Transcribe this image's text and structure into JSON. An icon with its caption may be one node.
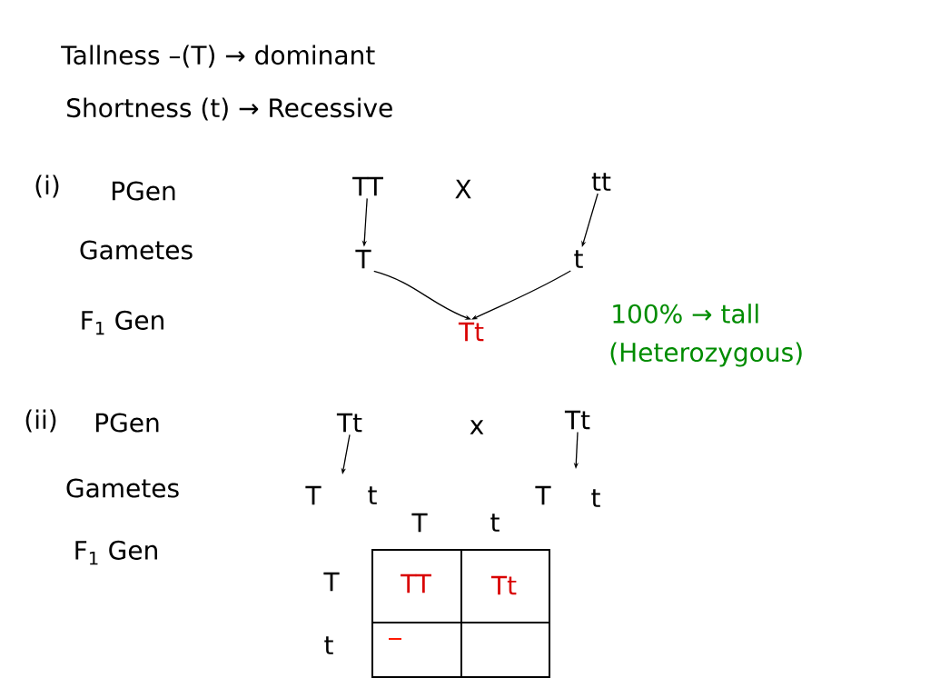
{
  "diagram": {
    "nodes": [
      {
        "text": [
          "TT"
        ]
      },
      {
        "text": [
          "tt"
        ]
      },
      {
        "text": [
          "T"
        ]
      },
      {
        "text": [
          "t"
        ]
      },
      {
        "text": [
          "Tt"
        ]
      },
      {
        "text": [
          "Tt"
        ]
      },
      {
        "text": [
          "Tt"
        ]
      }
    ],
    "edges": [
      {
        "from": 0,
        "to": 2,
        "arrow": "to"
      },
      {
        "from": 1,
        "to": 3,
        "arrow": "to"
      },
      {
        "from": 2,
        "to": 4,
        "arrow": "to"
      },
      {
        "from": 3,
        "to": 4,
        "arrow": "to"
      },
      {
        "from": 5,
        "to": null,
        "arrow": "to"
      },
      {
        "from": 6,
        "to": null,
        "arrow": "to"
      }
    ],
    "labels": [
      "Tallness –(T) → dominant",
      "Shortness (t) → Recessive",
      "(i)",
      "PGen",
      "X",
      "Gametes",
      "F$_{1}$ Gen",
      "100% → tall",
      "(Heterozygous)",
      "(ii)",
      "PGen",
      "x",
      "Gametes",
      "T",
      "t",
      "T",
      "t",
      "F$_{1}$ Gen",
      "T",
      "t",
      "T",
      "t",
      "TT",
      "Tt"
    ]
  }
}
